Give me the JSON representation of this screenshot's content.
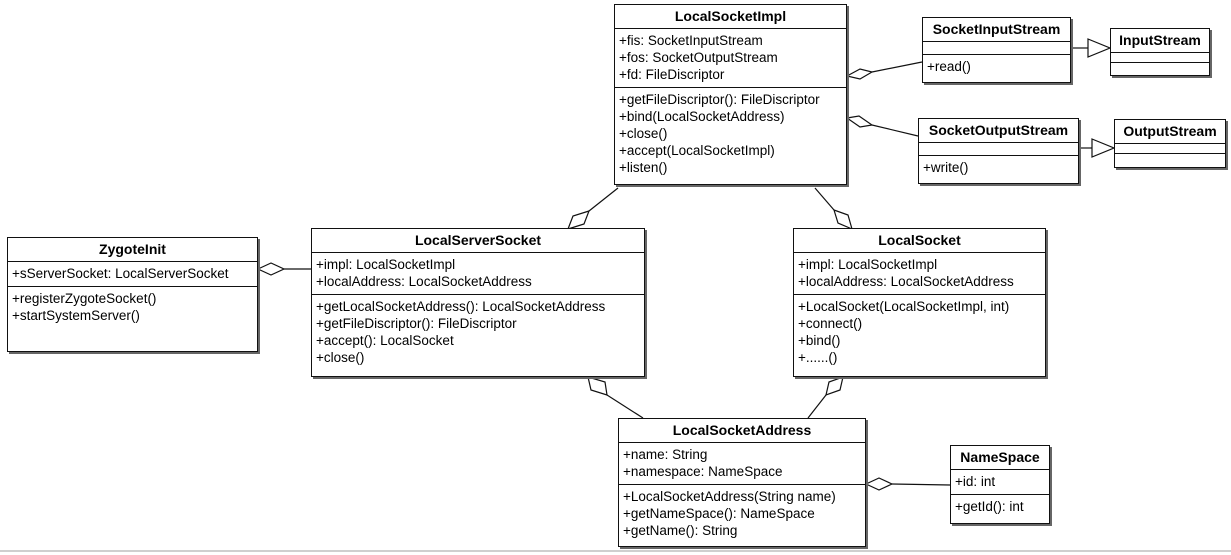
{
  "classes": {
    "local_socket_impl": {
      "name": "LocalSocketImpl",
      "attributes": [
        "+fis: SocketInputStream",
        "+fos: SocketOutputStream",
        "+fd: FileDiscriptor"
      ],
      "methods": [
        "+getFileDiscriptor(): FileDiscriptor",
        "+bind(LocalSocketAddress)",
        "+close()",
        "+accept(LocalSocketImpl)",
        "+listen()"
      ]
    },
    "socket_input_stream": {
      "name": "SocketInputStream",
      "attributes": [],
      "methods": [
        "+read()"
      ]
    },
    "input_stream": {
      "name": "InputStream",
      "attributes": [],
      "methods": []
    },
    "socket_output_stream": {
      "name": "SocketOutputStream",
      "attributes": [],
      "methods": [
        "+write()"
      ]
    },
    "output_stream": {
      "name": "OutputStream",
      "attributes": [],
      "methods": []
    },
    "zygote_init": {
      "name": "ZygoteInit",
      "attributes": [
        "+sServerSocket: LocalServerSocket"
      ],
      "methods": [
        "+registerZygoteSocket()",
        "+startSystemServer()"
      ]
    },
    "local_server_socket": {
      "name": "LocalServerSocket",
      "attributes": [
        "+impl: LocalSocketImpl",
        "+localAddress: LocalSocketAddress"
      ],
      "methods": [
        "+getLocalSocketAddress(): LocalSocketAddress",
        "+getFileDiscriptor(): FileDiscriptor",
        "+accept(): LocalSocket",
        "+close()"
      ]
    },
    "local_socket": {
      "name": "LocalSocket",
      "attributes": [
        "+impl: LocalSocketImpl",
        "+localAddress: LocalSocketAddress"
      ],
      "methods": [
        "+LocalSocket(LocalSocketImpl, int)",
        "+connect()",
        "+bind()",
        "+......()"
      ]
    },
    "local_socket_address": {
      "name": "LocalSocketAddress",
      "attributes": [
        "+name: String",
        "+namespace: NameSpace"
      ],
      "methods": [
        "+LocalSocketAddress(String name)",
        "+getNameSpace(): NameSpace",
        "+getName(): String"
      ]
    },
    "name_space": {
      "name": "NameSpace",
      "attributes": [
        "+id: int"
      ],
      "methods": [
        "+getId(): int"
      ]
    }
  }
}
